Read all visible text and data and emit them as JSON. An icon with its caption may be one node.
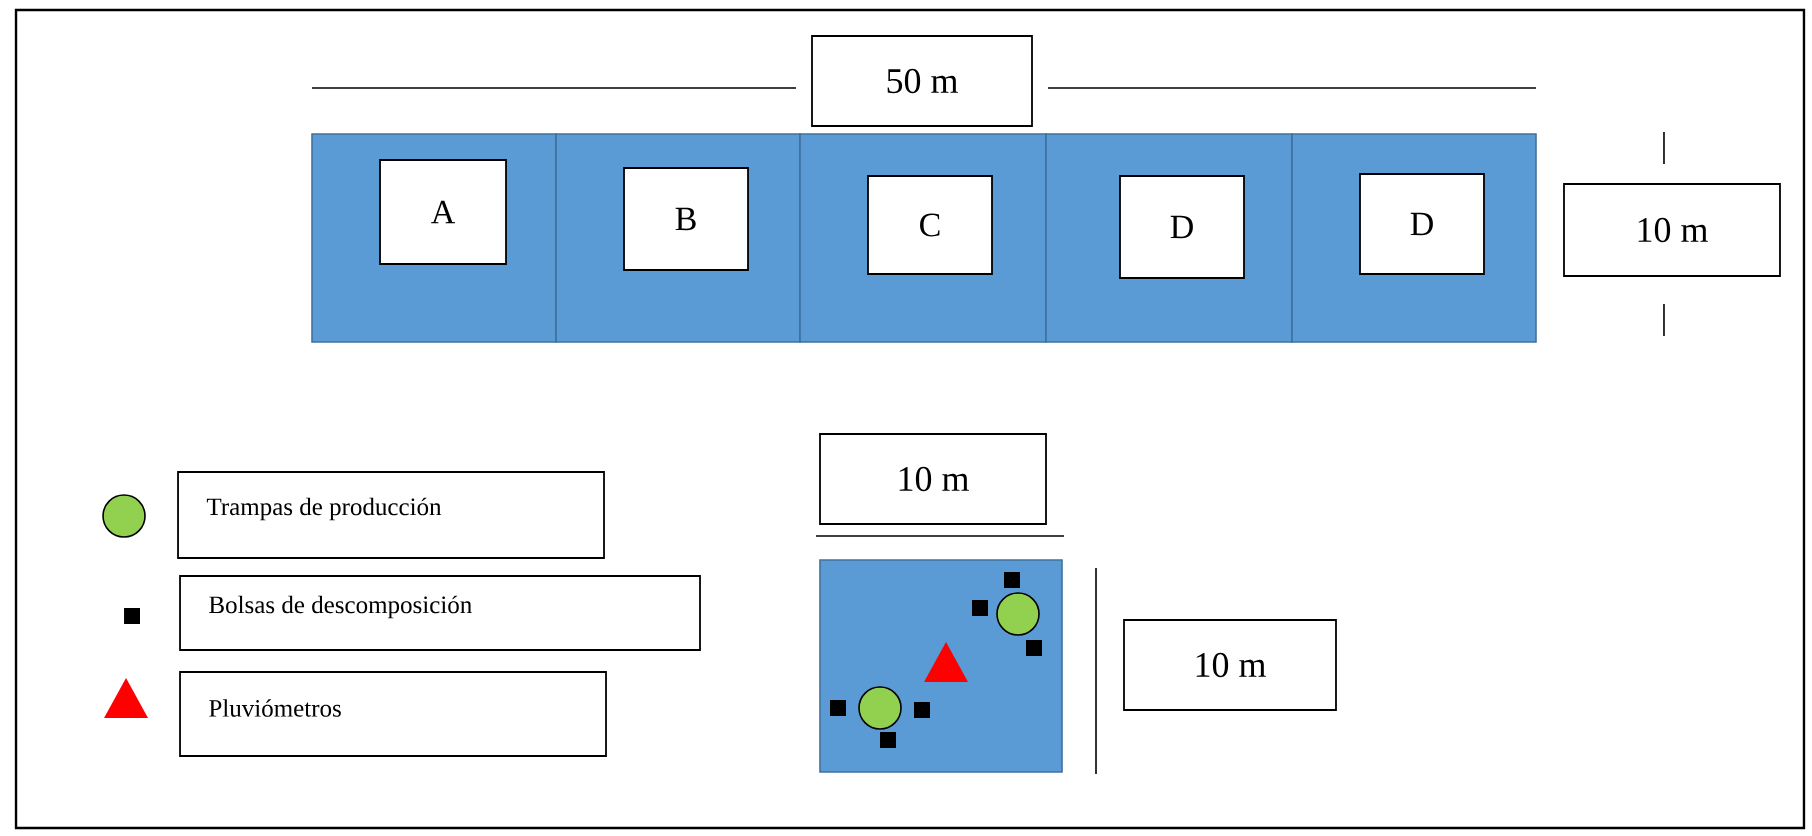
{
  "diagram": {
    "nodes": [
      {
        "text": [],
        "shape": "box"
      },
      {
        "text": [
          "A"
        ],
        "in": 0
      },
      {
        "text": [],
        "shape": "box"
      },
      {
        "text": [
          "B"
        ],
        "in": 2
      },
      {
        "text": [],
        "shape": "box"
      },
      {
        "text": [
          "C"
        ],
        "in": 4
      },
      {
        "text": [],
        "shape": "box"
      },
      {
        "text": [
          "D"
        ],
        "in": 6
      },
      {
        "text": [],
        "shape": "box"
      },
      {
        "text": [
          "D"
        ],
        "in": 8
      },
      {
        "text": [
          "50  m"
        ]
      },
      {
        "text": [
          "10 m"
        ]
      },
      {
        "text": [
          "10 m"
        ]
      },
      {
        "text": [],
        "shape": "box"
      },
      {
        "text": [
          "10 m"
        ]
      }
    ],
    "edges": [],
    "legend": [
      {
        "text": "Trampas de producción"
      },
      {
        "text": "Bolsas de descomposición"
      },
      {
        "text": "Pluviómetros"
      }
    ]
  }
}
